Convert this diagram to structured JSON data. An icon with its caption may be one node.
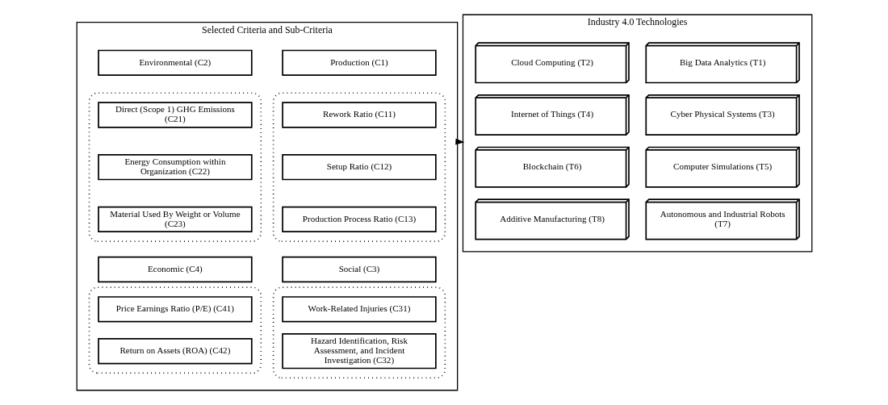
{
  "diagram": {
    "nodes": [
      {
        "text": [
          "Selected Criteria and Sub-Criteria"
        ]
      },
      {
        "text": [
          "Production (C1)"
        ],
        "in": 0
      },
      {
        "text": [],
        "shape": "box",
        "in": 0
      },
      {
        "text": [
          "Rework Ratio (C11)"
        ],
        "in": 2
      },
      {
        "text": [
          "Setup Ratio (C12)"
        ],
        "in": 2
      },
      {
        "text": [
          "Production Process Ratio (C13)"
        ],
        "in": 2
      },
      {
        "text": [
          "Environmental (C2)"
        ],
        "in": 0
      },
      {
        "text": [],
        "shape": "box",
        "in": 0
      },
      {
        "text": [
          "Direct (Scope 1) GHG Emissions (C21)"
        ],
        "in": 7
      },
      {
        "text": [
          "Energy Consumption within Organization (C22)"
        ],
        "in": 7
      },
      {
        "text": [
          "Material Used By Weight or Volume (C23)"
        ],
        "in": 7
      },
      {
        "text": [
          "Social (C3)"
        ],
        "in": 0
      },
      {
        "text": [],
        "shape": "box",
        "in": 0
      },
      {
        "text": [
          "Work-Related Injuries (C31)"
        ],
        "in": 12
      },
      {
        "text": [
          "Hazard Identification, Risk Assessment, and Incident Investigation (C32)"
        ],
        "in": 12
      },
      {
        "text": [
          "Economic (C4)"
        ],
        "in": 0
      },
      {
        "text": [],
        "shape": "box",
        "in": 0
      },
      {
        "text": [
          "Price Earnings Ratio (P/E) (C41)"
        ],
        "in": 16
      },
      {
        "text": [
          "Return on Assets (ROA) (C42)"
        ],
        "in": 16
      },
      {
        "text": [
          "Industry 4.0 Technologies"
        ]
      },
      {
        "text": [
          "Big Data Analytics (T1)"
        ],
        "in": 19
      },
      {
        "text": [
          "Cloud Computing (T2)"
        ],
        "in": 19
      },
      {
        "text": [
          "Cyber Physical Systems (T3)"
        ],
        "in": 19
      },
      {
        "text": [
          "Internet of Things (T4)"
        ],
        "in": 19
      },
      {
        "text": [
          "Computer Simulations (T5)"
        ],
        "in": 19
      },
      {
        "text": [
          "Blockchain (T6)"
        ],
        "in": 19
      },
      {
        "text": [
          "Autonomous and Industrial Robots (T7)"
        ],
        "in": 19
      },
      {
        "text": [
          "Additive Manufacturing (T8)"
        ],
        "in": 19
      }
    ],
    "edges": [
      {
        "from": 0,
        "to": 19,
        "arrow": "to"
      }
    ]
  }
}
